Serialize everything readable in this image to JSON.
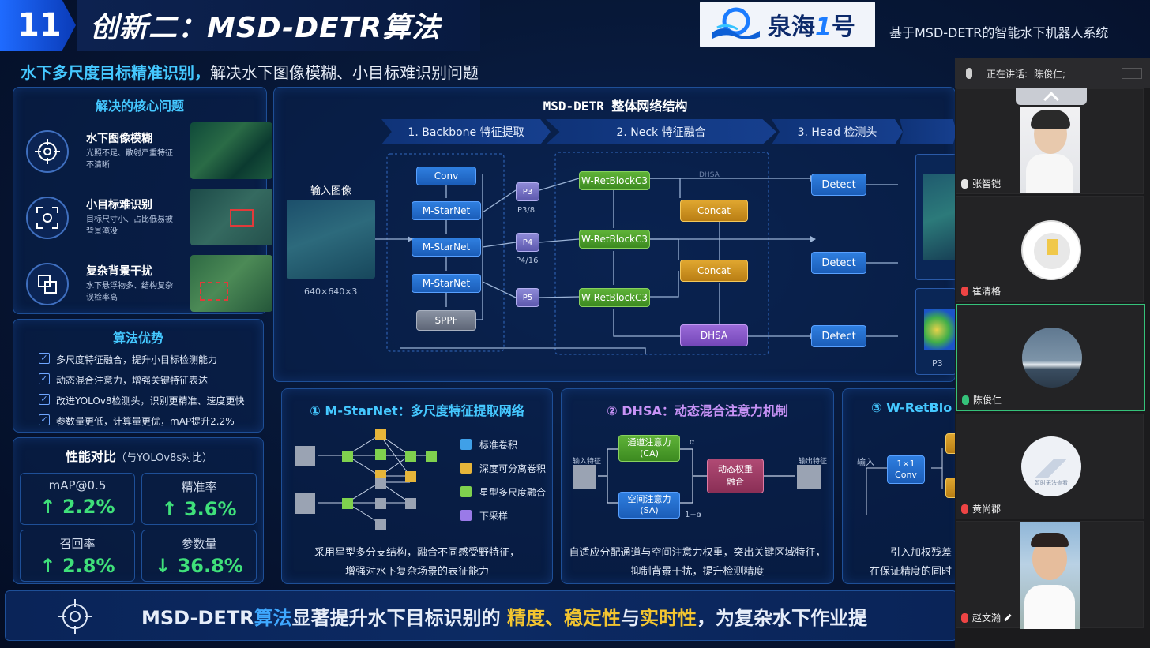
{
  "slide": {
    "number": "11",
    "title": "创新二：MSD-DETR算法",
    "logo_text": "泉海",
    "logo_num": "1",
    "logo_suffix": "号",
    "right_title": "基于MSD-DETR的智能水下机器人系统",
    "subtitle_highlight": "水下多尺度目标精准识别，",
    "subtitle_rest": "解决水下图像模糊、小目标难识别问题"
  },
  "problems": {
    "title": "解决的核心问题",
    "items": [
      {
        "title": "水下图像模糊",
        "desc": "光照不足、散射严重特征不清晰",
        "icon": "target-icon"
      },
      {
        "title": "小目标难识别",
        "desc": "目标尺寸小、占比低易被背景淹没",
        "icon": "focus-icon"
      },
      {
        "title": "复杂背景干扰",
        "desc": "水下悬浮物多、结构复杂误检率高",
        "icon": "layers-icon"
      }
    ]
  },
  "advantages": {
    "title": "算法优势",
    "items": [
      "多尺度特征融合，提升小目标检测能力",
      "动态混合注意力，增强关键特征表达",
      "改进YOLOv8检测头，识别更精准、速度更快",
      "参数量更低，计算量更优，mAP提升2.2%"
    ]
  },
  "performance": {
    "title": "性能对比",
    "subtitle": "（与YOLOv8s对比）",
    "metrics": [
      {
        "label": "mAP@0.5",
        "value": "2.2%",
        "dir": "up"
      },
      {
        "label": "精准率",
        "value": "3.6%",
        "dir": "up"
      },
      {
        "label": "召回率",
        "value": "2.8%",
        "dir": "up"
      },
      {
        "label": "参数量",
        "value": "36.8%",
        "dir": "down"
      }
    ]
  },
  "arch": {
    "title": "MSD-DETR 整体网络结构",
    "stages": [
      "1. Backbone 特征提取",
      "2. Neck 特征融合",
      "3. Head 检测头"
    ],
    "input_label": "输入图像",
    "input_size": "640×640×3",
    "backbone": [
      "Conv",
      "M-StarNet",
      "M-StarNet",
      "M-StarNet",
      "SPPF"
    ],
    "pyramid": [
      "P3",
      "P4",
      "P5"
    ],
    "pyramid_labels": [
      "P3/8",
      "P4/16"
    ],
    "neck": [
      "W-RetBlockC3",
      "W-RetBlockC3",
      "W-RetBlockC3"
    ],
    "fusion": [
      "Concat",
      "Concat",
      "DHSA"
    ],
    "dhsa_label": "DHSA",
    "detect": [
      "Detect",
      "Detect",
      "Detect"
    ],
    "p3_cut": "P3"
  },
  "modules": [
    {
      "num": "①",
      "title": "M-StarNet：多尺度特征提取网络",
      "legend": [
        "标准卷积",
        "深度可分离卷积",
        "星型多尺度融合",
        "下采样"
      ],
      "desc1": "采用星型多分支结构，融合不同感受野特征，",
      "desc2": "增强对水下复杂场景的表征能力"
    },
    {
      "num": "②",
      "title": "DHSA：动态混合注意力机制",
      "input": "输入特征",
      "output": "输出特征",
      "ca1": "通道注意力",
      "ca2": "(CA)",
      "sa1": "空间注意力",
      "sa2": "(SA)",
      "alpha": "α",
      "one_minus": "1−α",
      "fuse1": "动态权重",
      "fuse2": "融合",
      "desc1": "自适应分配通道与空间注意力权重，突出关键区域特征，",
      "desc2": "抑制背景干扰，提升检测精度"
    },
    {
      "num": "③",
      "title": "W-RetBlo",
      "input": "输入",
      "conv1": "1×1",
      "conv2": "Conv",
      "desc1": "引入加权残差",
      "desc2": "在保证精度的同时"
    }
  ],
  "banner": {
    "p1": "MSD-DETR",
    "p2": "算法",
    "p3": "显著提升水下目标识别的",
    "p4": "精度、稳定性",
    "p5": "与",
    "p6": "实时性",
    "p7": "，为复杂水下作业提"
  },
  "meeting": {
    "speaking_label": "正在讲话:",
    "speaking_name": "陈俊仁;",
    "participants": [
      {
        "name": "张智铠",
        "muted": false
      },
      {
        "name": "崔清格",
        "muted": true
      },
      {
        "name": "陈俊仁",
        "muted": false
      },
      {
        "name": "黄尚郡",
        "muted": true
      },
      {
        "name": "赵文瀚",
        "muted": true
      }
    ],
    "no_video_text": "暂时无法查看"
  },
  "colors": {
    "accent": "#45c8ff",
    "gold": "#f3c530",
    "green_up": "#3fe07a",
    "active_border": "#35c27a"
  }
}
